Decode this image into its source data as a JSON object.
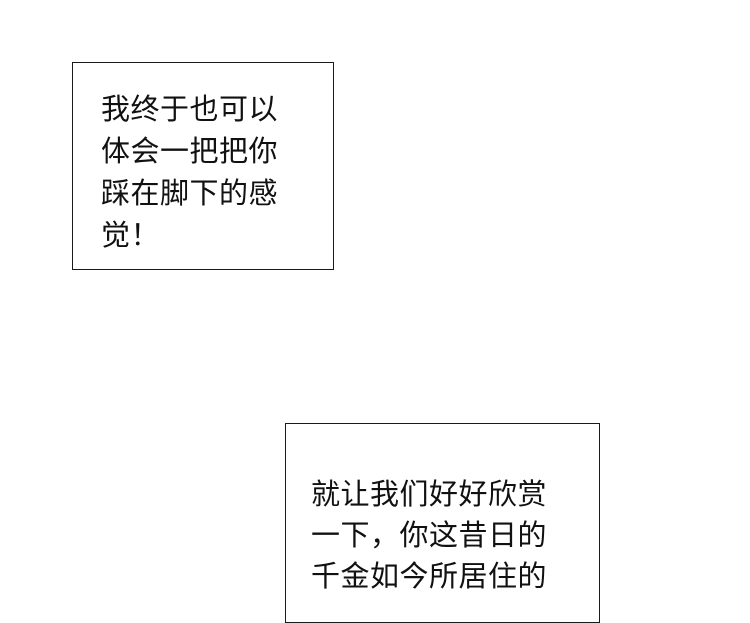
{
  "panels": [
    {
      "lines": [
        "我终于也可以",
        "体会一把把你",
        "踩在脚下的感",
        "觉！"
      ]
    },
    {
      "lines": [
        "就让我们好好欣赏",
        "一下，你这昔日的",
        "千金如今所居住的"
      ]
    }
  ]
}
